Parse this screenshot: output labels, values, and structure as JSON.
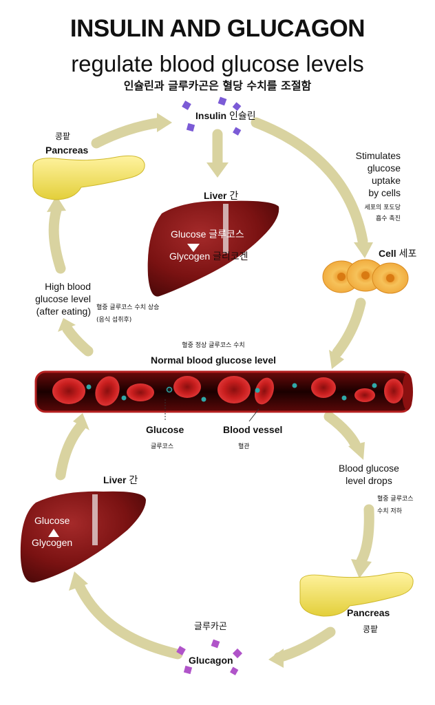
{
  "title": "INSULIN AND GLUCAGON",
  "subtitle": "regulate blood glucose levels",
  "subtitle_ko": "인슐린과 글루카곤은 혈당 수치를 조절함",
  "insulin": {
    "en": "Insulin",
    "ko": "인슐린"
  },
  "pancreas_top": {
    "ko": "콩팥",
    "en": "Pancreas"
  },
  "liver_top": {
    "en": "Liver",
    "ko": "간",
    "glucose": "Glucose",
    "glucose_ko": "글루코스",
    "glycogen": "Glycogen",
    "glycogen_ko": "글리코겐"
  },
  "stimulates": {
    "line1": "Stimulates",
    "line2": "glucose",
    "line3": "uptake",
    "line4": "by cells",
    "ko1": "세포의 포도당",
    "ko2": "흡수 촉진"
  },
  "cell": {
    "en": "Cell",
    "ko": "세포"
  },
  "high_blood": {
    "line1": "High blood",
    "line2": "glucose level",
    "line3": "(after eating)",
    "ko1": "혈중 글루코스 수치 상승",
    "ko2": "(음식 섭취후)"
  },
  "normal": {
    "ko": "혈중 정상 글루코스 수치",
    "en": "Normal blood glucose level"
  },
  "glucose_label": {
    "en": "Glucose",
    "ko": "글루코스"
  },
  "vessel_label": {
    "en": "Blood vessel",
    "ko": "혈관"
  },
  "drops": {
    "line1": "Blood glucose",
    "line2": "level drops",
    "ko1": "혈중 글루코스",
    "ko2": "수치 저하"
  },
  "liver_bottom": {
    "en": "Liver",
    "ko": "간",
    "glucose": "Glucose",
    "glycogen": "Glycogen"
  },
  "pancreas_bottom": {
    "en": "Pancreas",
    "ko": "콩팥"
  },
  "glucagon": {
    "ko": "글루카곤",
    "en": "Glucagon"
  },
  "colors": {
    "arrow": "#d9d3a0",
    "liver": "#7a1212",
    "pancreas": "#f2e25a",
    "cell": "#f2ac3a",
    "vessel": "#3a0505",
    "insulin_crystal": "#7b5bd6",
    "glucagon_crystal": "#b054c9",
    "glucose_dot": "#2fa8a8"
  }
}
